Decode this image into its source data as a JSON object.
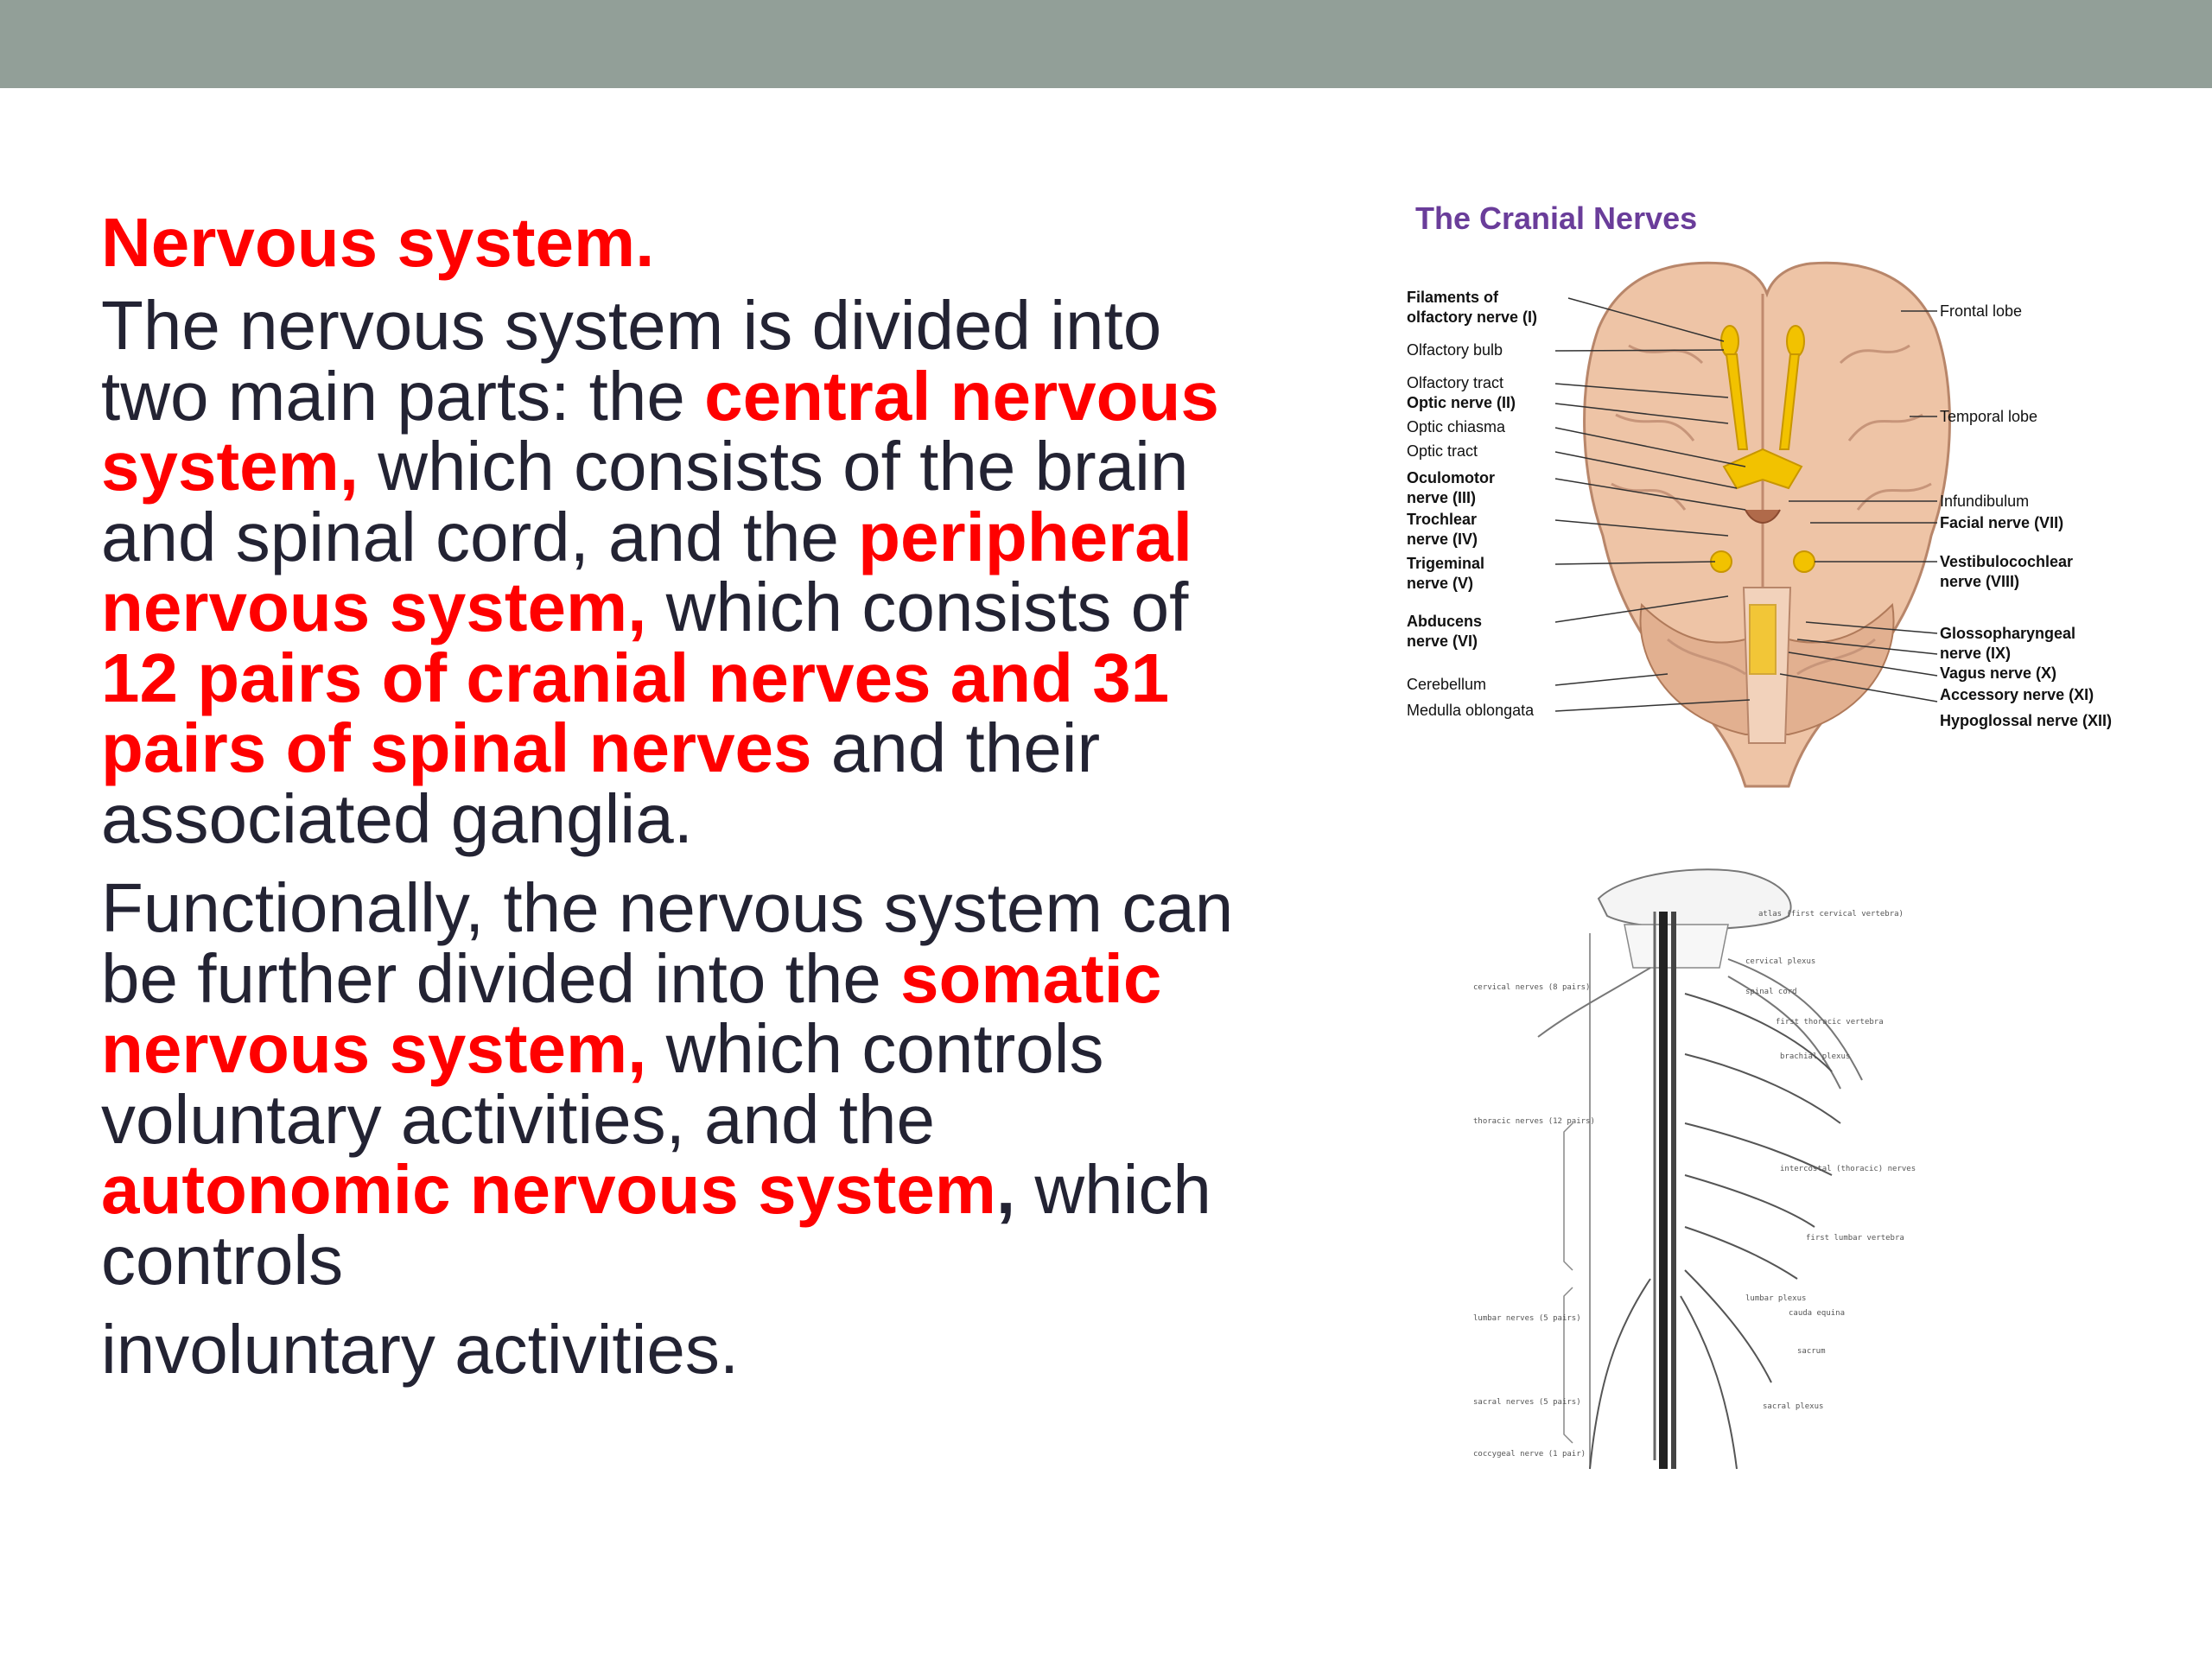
{
  "slide": {
    "heading": "Nervous system.",
    "para1": [
      {
        "text": "The nervous system is divided into two main parts: the ",
        "emph": false
      },
      {
        "text": "central nervous system,",
        "emph": true
      },
      {
        "text": " which consists of the brain and spinal cord, and the ",
        "emph": false
      },
      {
        "text": "peripheral nervous system,",
        "emph": true
      },
      {
        "text": " which consists of ",
        "emph": false
      },
      {
        "text": "12 pairs of cranial nerves and 31 pairs of spinal nerves",
        "emph": true
      },
      {
        "text": " and their associated ganglia.",
        "emph": false
      }
    ],
    "para2": [
      {
        "text": "Functionally, the nervous system can be further divided into the ",
        "emph": false
      },
      {
        "text": "somatic nervous system,",
        "emph": true
      },
      {
        "text": " which controls voluntary activities, and the ",
        "emph": false
      },
      {
        "text": "autonomic nervous system",
        "emph": true
      },
      {
        "text": ",",
        "emph": false
      },
      {
        "text": " which controls",
        "emph": false
      }
    ],
    "para2_last": "involuntary activities."
  },
  "colors": {
    "accent": "#ff0000",
    "body_text": "#232333",
    "top_bar": "#929f98",
    "figure_title": "#6a3d9a"
  },
  "cranial_figure": {
    "title": "The Cranial Nerves",
    "left_labels": [
      "Filaments of",
      "olfactory nerve (I)",
      "Olfactory bulb",
      "Olfactory tract",
      "Optic nerve (II)",
      "Optic chiasma",
      "Optic tract",
      "Oculomotor",
      "nerve (III)",
      "Trochlear",
      "nerve (IV)",
      "Trigeminal",
      "nerve (V)",
      "Abducens",
      "nerve (VI)",
      "Cerebellum",
      "Medulla oblongata"
    ],
    "right_labels": [
      "Frontal lobe",
      "Temporal lobe",
      "Infundibulum",
      "Facial nerve (VII)",
      "Vestibulocochlear",
      "nerve (VIII)",
      "Glossopharyngeal",
      "nerve (IX)",
      "Vagus nerve (X)",
      "Accessory nerve (XI)",
      "Hypoglossal nerve (XII)"
    ]
  },
  "spinal_figure": {
    "labels": [
      "atlas (first cervical vertebra)",
      "cervical plexus",
      "spinal cord",
      "first thoracic vertebra",
      "brachial plexus",
      "cervical nerves (8 pairs)",
      "thoracic nerves (12 pairs)",
      "intercostal (thoracic) nerves",
      "first lumbar vertebra",
      "lumbar plexus",
      "cauda equina",
      "sacrum",
      "lumbar nerves (5 pairs)",
      "sacral plexus",
      "sacral nerves (5 pairs)",
      "coccygeal nerve (1 pair)"
    ]
  }
}
